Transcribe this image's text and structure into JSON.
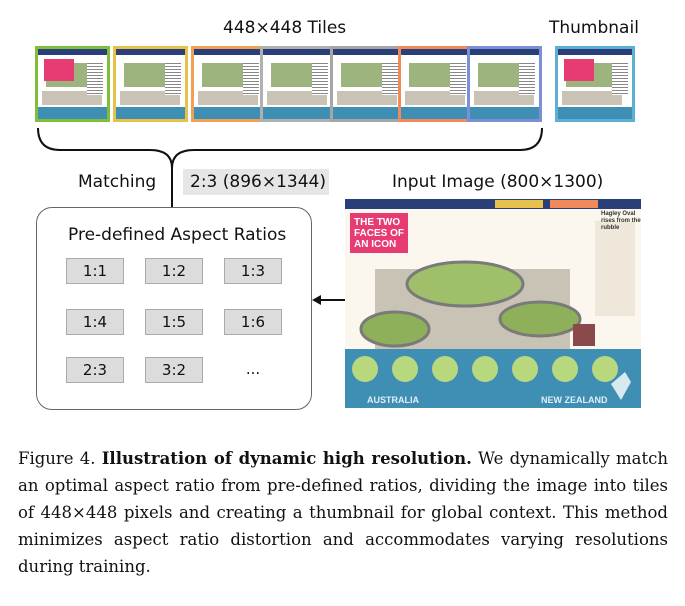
{
  "figure": {
    "tiles_label": "448×448 Tiles",
    "thumbnail_label": "Thumbnail",
    "matching_label": "Matching",
    "matched_ratio": "2:3 (896×1344)",
    "input_label": "Input Image (800×1300)",
    "ratios_title": "Pre-defined Aspect Ratios",
    "ratios": [
      "1:1",
      "1:2",
      "1:3",
      "1:4",
      "1:5",
      "1:6",
      "2:3",
      "3:2",
      "..."
    ],
    "tile_border_colors": [
      "#7fbf3a",
      "#e6c24a",
      "#f0a052",
      "#b0b0b0",
      "#a6a6a6",
      "#f08a5a",
      "#7a8fd6",
      "#5bb0d4"
    ],
    "arrow_color": "#111111",
    "poster_headline": "THE TWO FACES OF AN ICON",
    "poster_country_left": "AUSTRALIA",
    "poster_country_right": "NEW ZEALAND",
    "poster_side_title": "Hagley Oval rises from the rubble"
  },
  "caption": {
    "figure_number": "Figure 4.",
    "title": "Illustration of dynamic high resolution.",
    "body": "We dynamically match an optimal aspect ratio from pre-defined ratios, dividing the image into tiles of 448×448 pixels and creating a thumbnail for global context. This method minimizes aspect ratio distortion and accommodates varying resolutions during training."
  }
}
